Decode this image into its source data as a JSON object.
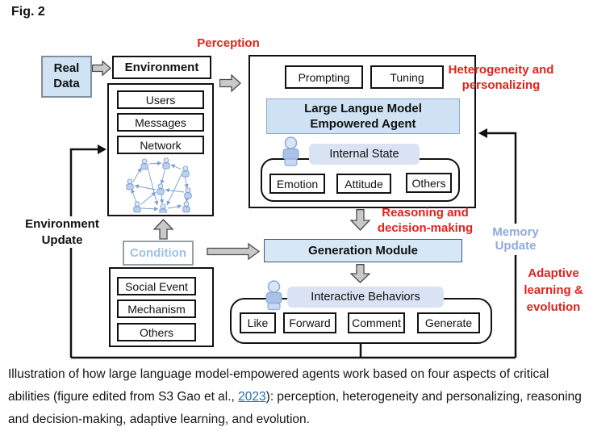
{
  "figure_label": "Fig. 2",
  "colors": {
    "accent_red": "#e0231c",
    "accent_lightblue": "#8faadc",
    "box_fill_blue": "#cfe2f3",
    "pill_fill": "#dae3f3",
    "link_blue": "#1f6fad",
    "arrow_gray": "#c9c9c9"
  },
  "annotations": {
    "perception": "Perception",
    "heterogeneity_line1": "Heterogeneity and",
    "heterogeneity_line2": "personalizing",
    "reasoning_line1": "Reasoning and",
    "reasoning_line2": "decision-making",
    "memory_update": "Memory Update",
    "adaptive": "Adaptive learning & evolution",
    "environment_update": "Environment Update"
  },
  "nodes": {
    "real_data": "Real Data",
    "environment": "Environment",
    "env_items": [
      "Users",
      "Messages",
      "Network"
    ],
    "prompting": "Prompting",
    "tuning": "Tuning",
    "llm_line1": "Large Langue Model",
    "llm_line2": "Empowered Agent",
    "internal_state": "Internal State",
    "state_items": [
      "Emotion",
      "Attitude",
      "Others"
    ],
    "generation_module": "Generation Module",
    "condition": "Condition",
    "condition_items": [
      "Social Event",
      "Mechanism",
      "Others"
    ],
    "interactive_behaviors": "Interactive Behaviors",
    "behavior_items": [
      "Like",
      "Forward",
      "Comment",
      "Generate"
    ]
  },
  "caption": {
    "before": "Illustration of how large language model-empowered agents work based on four aspects of critical abilities (figure edited from S3 Gao et al., ",
    "link": "2023",
    "after": "): perception, heterogeneity and personalizing, reasoning and decision-making, adaptive learning, and evolution."
  }
}
